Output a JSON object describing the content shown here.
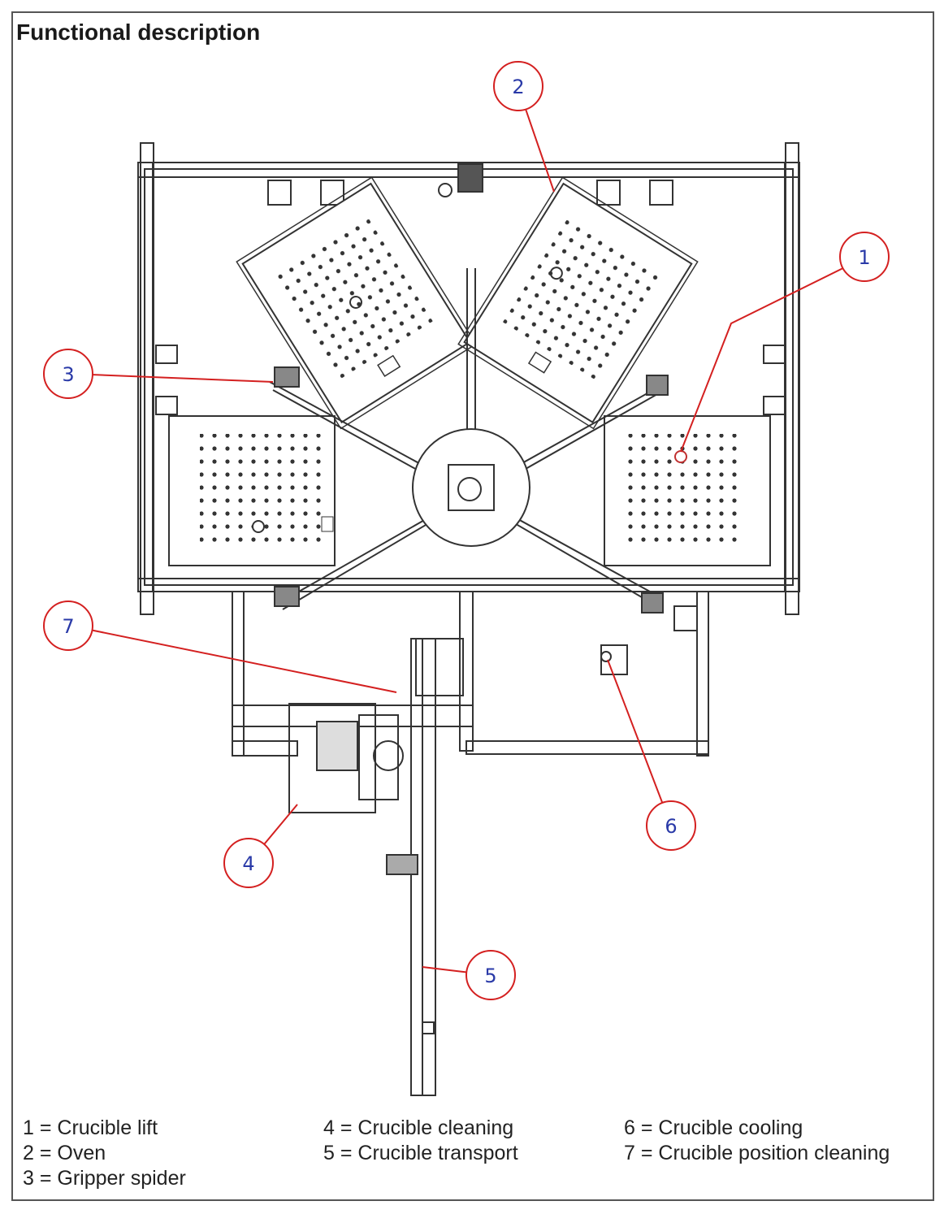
{
  "title": "Functional description",
  "callouts": [
    {
      "num": "1",
      "label": "Crucible lift"
    },
    {
      "num": "2",
      "label": "Oven"
    },
    {
      "num": "3",
      "label": "Gripper spider"
    },
    {
      "num": "4",
      "label": "Crucible cleaning"
    },
    {
      "num": "5",
      "label": "Crucible transport"
    },
    {
      "num": "6",
      "label": "Crucible cooling"
    },
    {
      "num": "7",
      "label": "Crucible position cleaning"
    }
  ],
  "legend": {
    "col1": [
      "1 = Crucible lift",
      "2 = Oven",
      "3 = Gripper spider"
    ],
    "col2": [
      "4 = Crucible cleaning",
      "5 = Crucible transport"
    ],
    "col3": [
      "6 = Crucible cooling",
      "7 = Crucible position cleaning"
    ]
  },
  "colors": {
    "callout_ring": "#d42020",
    "callout_text": "#2a3aa8",
    "line": "#333333"
  }
}
